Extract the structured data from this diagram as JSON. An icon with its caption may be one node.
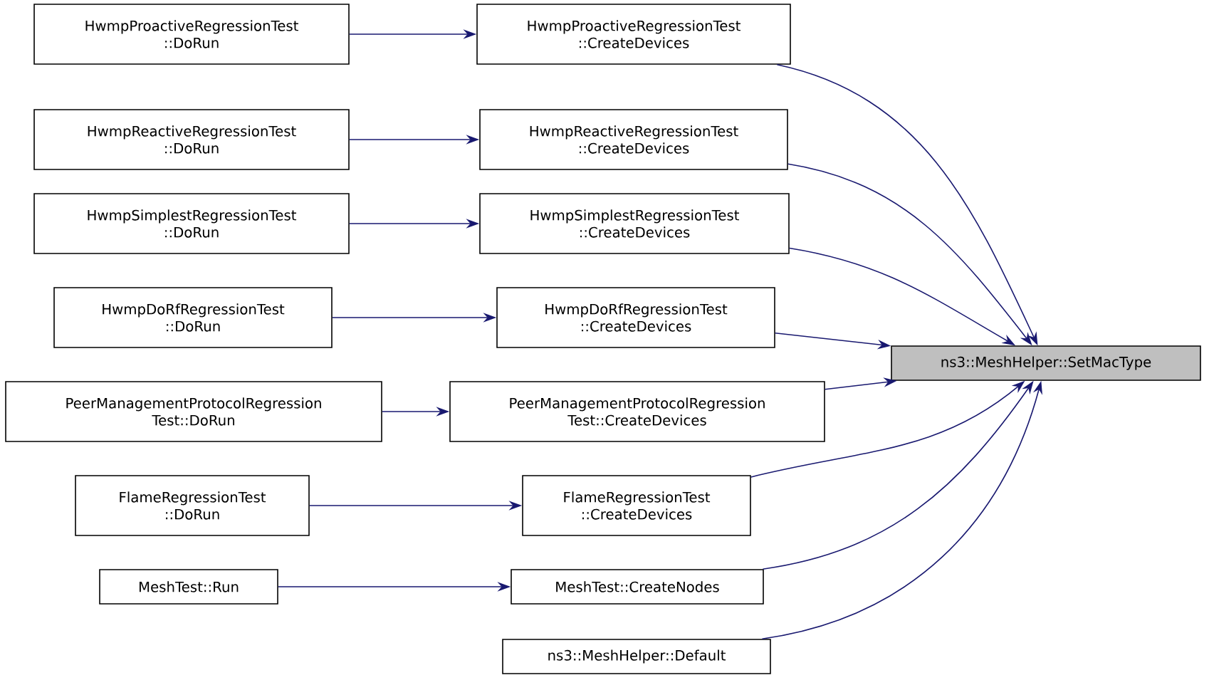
{
  "diagram": {
    "nodes": [
      {
        "text": [
          "ns3::MeshHelper::SetMacType"
        ]
      },
      {
        "text": [
          "HwmpProactiveRegressionTest ::CreateDevices"
        ]
      },
      {
        "text": [
          "HwmpProactiveRegressionTest ::DoRun"
        ]
      },
      {
        "text": [
          "HwmpReactiveRegressionTest ::CreateDevices"
        ]
      },
      {
        "text": [
          "HwmpReactiveRegressionTest ::DoRun"
        ]
      },
      {
        "text": [
          "HwmpSimplestRegressionTest ::CreateDevices"
        ]
      },
      {
        "text": [
          "HwmpSimplestRegressionTest ::DoRun"
        ]
      },
      {
        "text": [
          "HwmpDoRfRegressionTest ::CreateDevices"
        ]
      },
      {
        "text": [
          "HwmpDoRfRegressionTest ::DoRun"
        ]
      },
      {
        "text": [
          "PeerManagementProtocolRegression Test::CreateDevices"
        ]
      },
      {
        "text": [
          "PeerManagementProtocolRegression Test::DoRun"
        ]
      },
      {
        "text": [
          "FlameRegressionTest ::CreateDevices"
        ]
      },
      {
        "text": [
          "FlameRegressionTest ::DoRun"
        ]
      },
      {
        "text": [
          "MeshTest::CreateNodes"
        ]
      },
      {
        "text": [
          "MeshTest::Run"
        ]
      },
      {
        "text": [
          "ns3::MeshHelper::Default"
        ]
      }
    ],
    "edges": [
      {
        "from": 2,
        "to": 1,
        "arrow": "to"
      },
      {
        "from": 1,
        "to": 0,
        "arrow": "to"
      },
      {
        "from": 4,
        "to": 3,
        "arrow": "to"
      },
      {
        "from": 3,
        "to": 0,
        "arrow": "to"
      },
      {
        "from": 6,
        "to": 5,
        "arrow": "to"
      },
      {
        "from": 5,
        "to": 0,
        "arrow": "to"
      },
      {
        "from": 8,
        "to": 7,
        "arrow": "to"
      },
      {
        "from": 7,
        "to": 0,
        "arrow": "to"
      },
      {
        "from": 10,
        "to": 9,
        "arrow": "to"
      },
      {
        "from": 9,
        "to": 0,
        "arrow": "to"
      },
      {
        "from": 12,
        "to": 11,
        "arrow": "to"
      },
      {
        "from": 11,
        "to": 0,
        "arrow": "to"
      },
      {
        "from": 14,
        "to": 13,
        "arrow": "to"
      },
      {
        "from": 13,
        "to": 0,
        "arrow": "to"
      },
      {
        "from": 15,
        "to": 0,
        "arrow": "to"
      }
    ]
  }
}
